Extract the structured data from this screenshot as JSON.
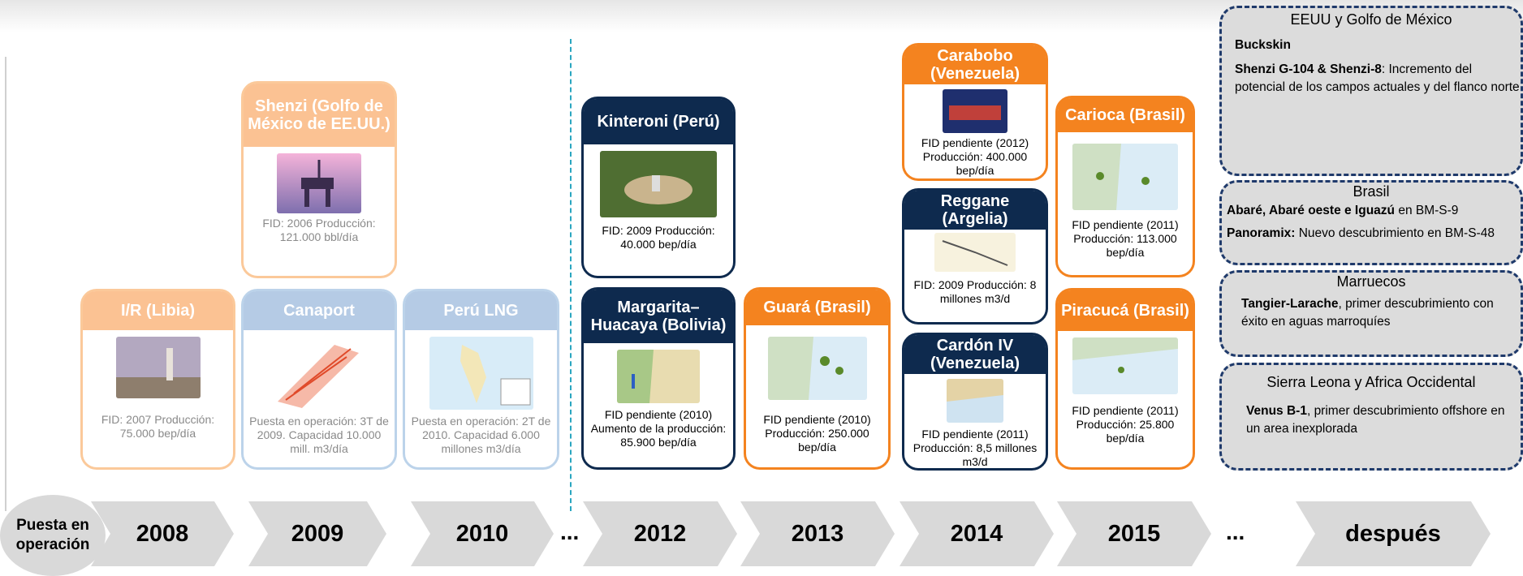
{
  "timeline": {
    "circle_label": "Puesta en operación",
    "years": [
      "2008",
      "2009",
      "2010",
      "2012",
      "2013",
      "2014",
      "2015",
      "después"
    ],
    "ellipsis": [
      "...",
      "..."
    ]
  },
  "cards": {
    "shenzi": {
      "title": "Shenzi (Golfo de México de EE.UU.)",
      "text": "FID: 2006 Producción: 121.000 bbl/día"
    },
    "ir": {
      "title": "I/R (Libia)",
      "text": "FID: 2007 Producción: 75.000 bep/día"
    },
    "canaport": {
      "title": "Canaport",
      "text": "Puesta en operación: 3T de 2009. Capacidad 10.000 mill. m3/día"
    },
    "peru_lng": {
      "title": "Perú LNG",
      "text": "Puesta en operación: 2T de 2010. Capacidad 6.000 millones m3/día"
    },
    "kinteroni": {
      "title": "Kinteroni (Perú)",
      "text": "FID: 2009 Producción: 40.000 bep/día"
    },
    "margarita": {
      "title": "Margarita– Huacaya (Bolivia)",
      "text": "FID pendiente (2010) Aumento de la producción: 85.900 bep/día"
    },
    "guara": {
      "title": "Guará (Brasil)",
      "text": "FID pendiente (2010) Producción: 250.000 bep/día"
    },
    "carabobo": {
      "title": "Carabobo (Venezuela)",
      "text": "FID pendiente (2012) Producción: 400.000 bep/día"
    },
    "reggane": {
      "title": "Reggane (Argelia)",
      "text": "FID: 2009 Producción: 8 millones m3/d"
    },
    "cardon": {
      "title": "Cardón IV (Venezuela)",
      "text": "FID pendiente (2011) Producción: 8,5 millones m3/d"
    },
    "carioca": {
      "title": "Carioca (Brasil)",
      "text": "FID pendiente (2011) Producción: 113.000 bep/día"
    },
    "piracuca": {
      "title": "Piracucá (Brasil)",
      "text": "FID pendiente (2011) Producción: 25.800 bep/día"
    }
  },
  "regions": {
    "eeuu": {
      "title": "EEUU y Golfo de México",
      "item1_bold": "Buckskin",
      "item2_bold": "Shenzi G-104 & Shenzi-8",
      "item2_rest": ": Incremento del potencial de los campos actuales y del flanco norte"
    },
    "brasil": {
      "title": "Brasil",
      "item1_bold": "Abaré, Abaré oeste e Iguazú",
      "item1_rest": " en BM-S-9",
      "item2_bold": "Panoramix:",
      "item2_rest": " Nuevo descubrimiento en BM-S-48"
    },
    "marruecos": {
      "title": "Marruecos",
      "item1_bold": "Tangier-Larache",
      "item1_rest": ", primer descubrimiento con éxito en aguas marroquíes"
    },
    "sierra": {
      "title": "Sierra Leona y  Africa Occidental",
      "item1_bold": "Venus B-1",
      "item1_rest": ", primer descubrimiento offshore en un area inexplorada"
    }
  },
  "colors": {
    "navy": "#0e2a4e",
    "orange": "#f4831f",
    "light_orange": "#fbc293",
    "light_blue": "#b5cbe5",
    "divider": "#2aa6c0"
  }
}
